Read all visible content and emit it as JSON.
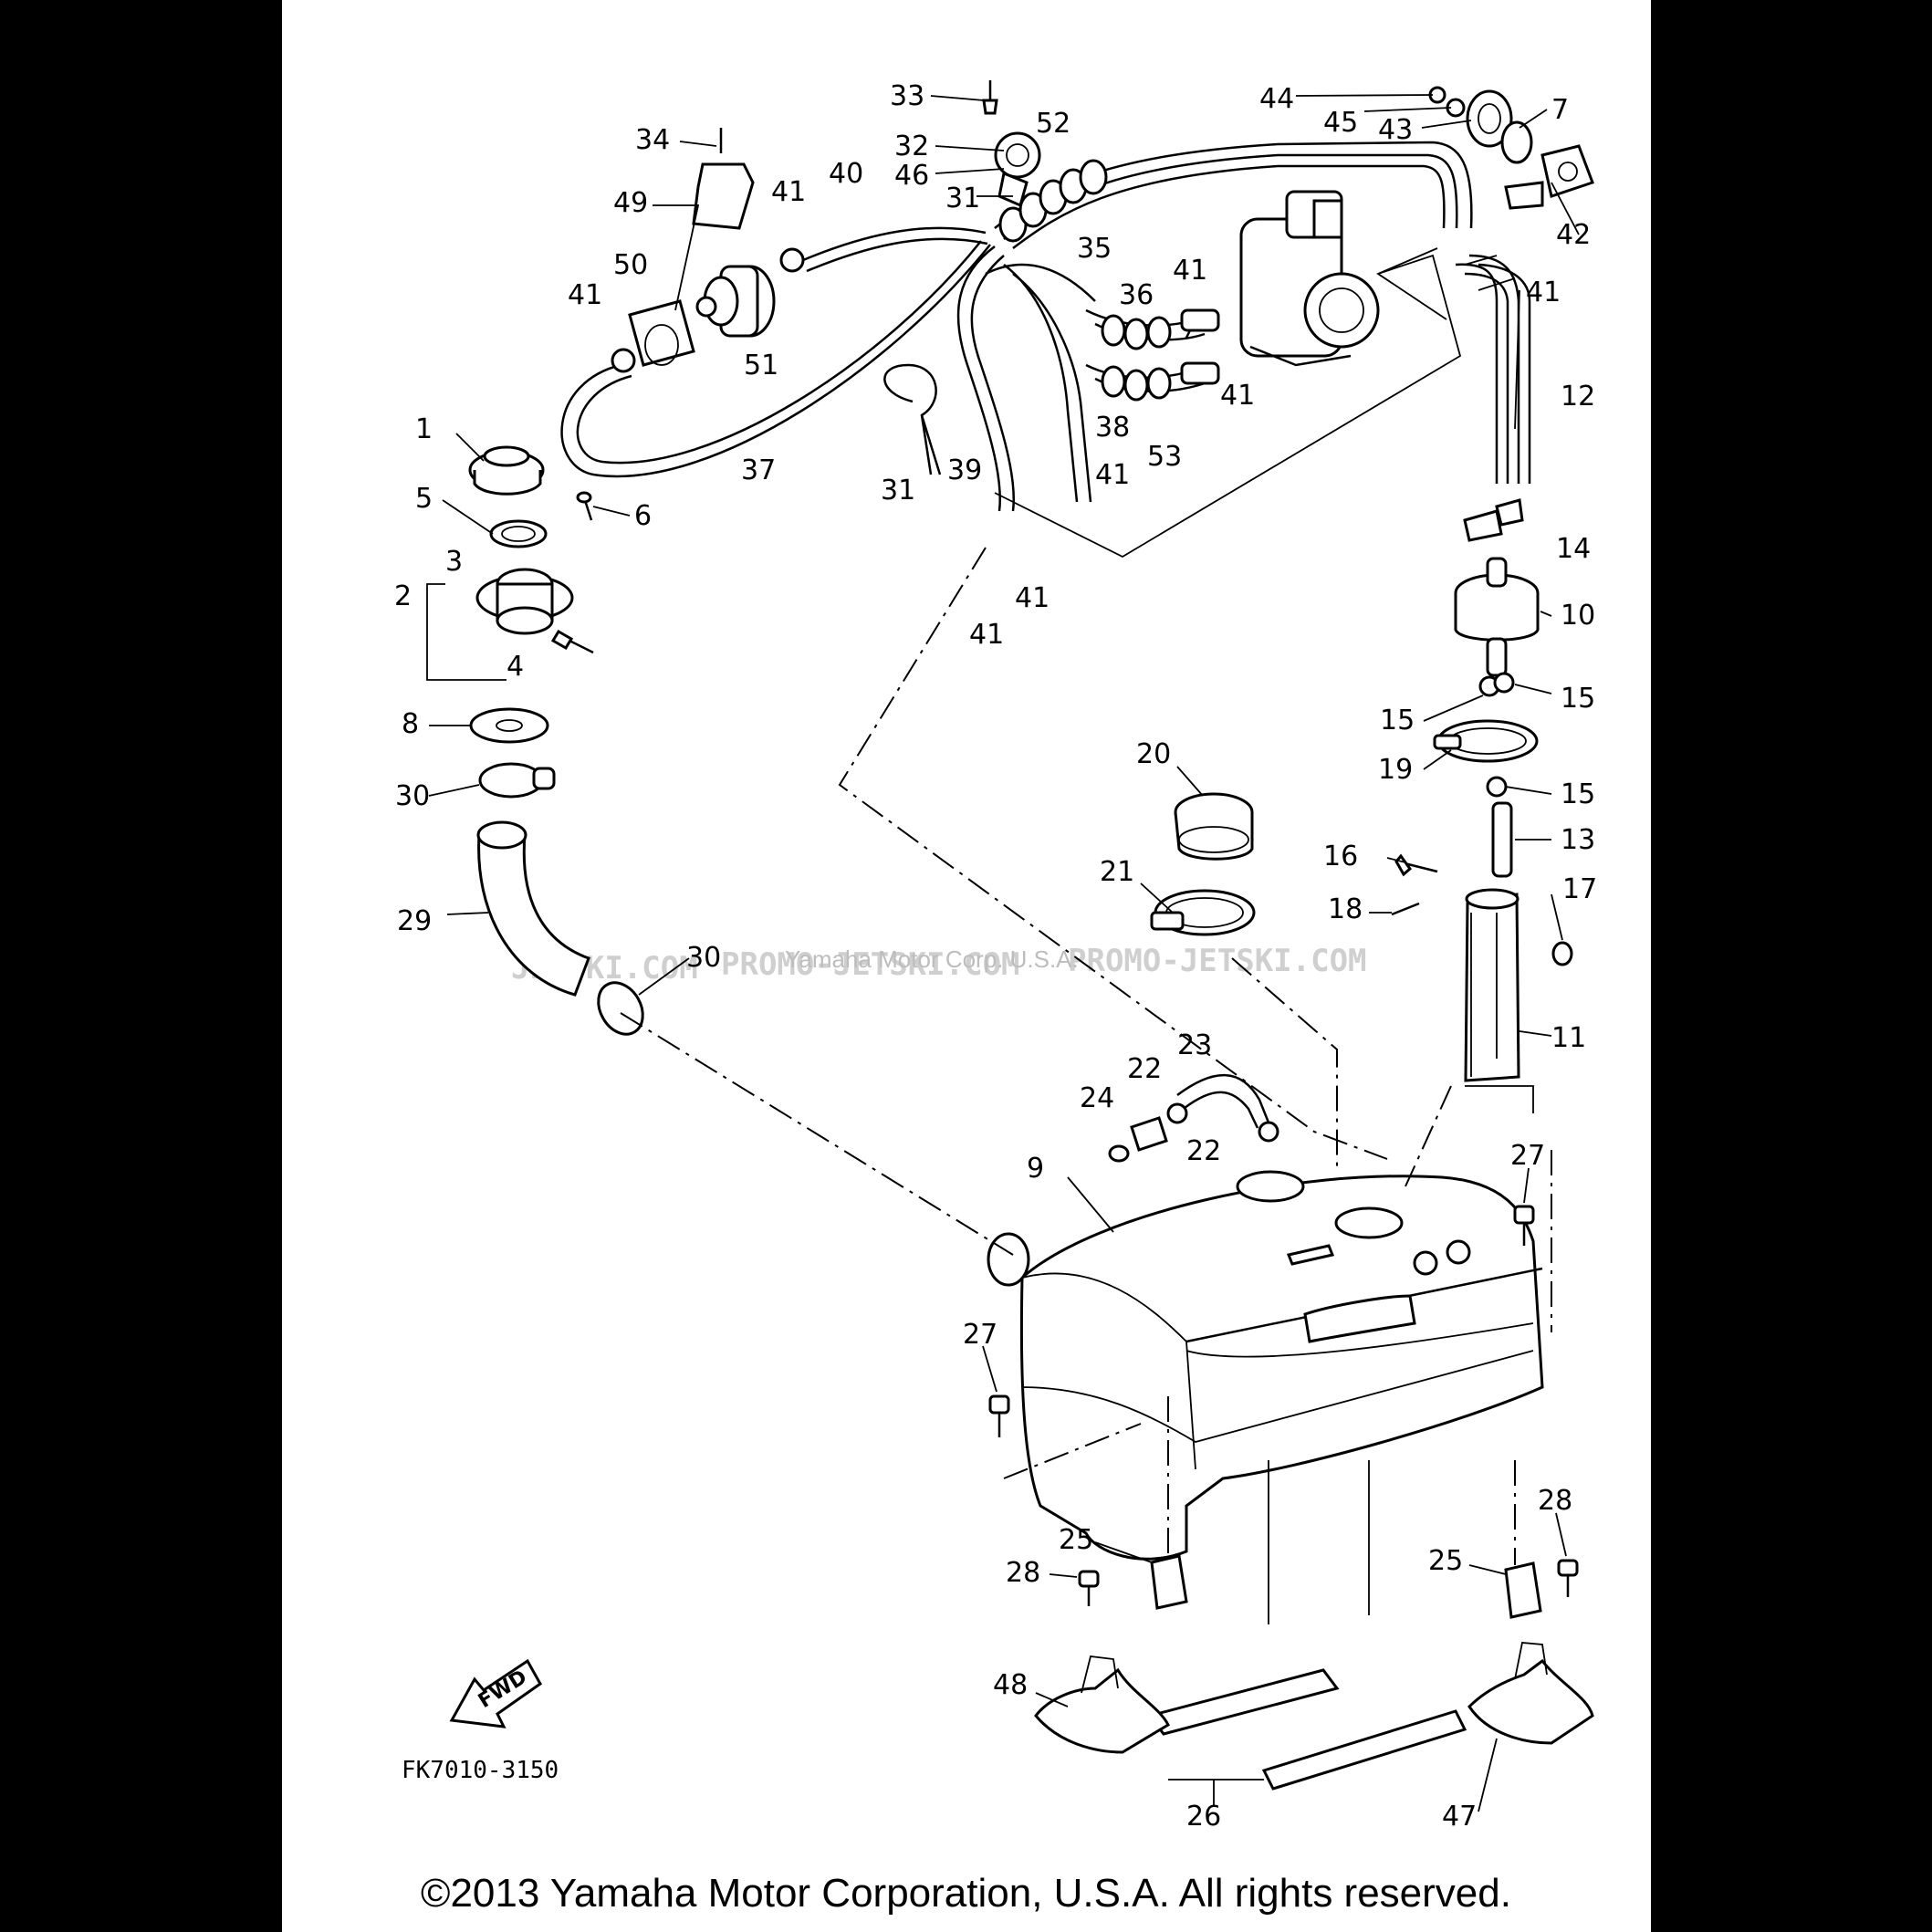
{
  "diagram": {
    "drawing_code": "FK7010-3150",
    "fwd_label": "FWD",
    "watermarks": {
      "jetski_left": "JETSKI.COM",
      "promo_1": "PROMO-JETSKI.COM",
      "promo_2": "PROMO-JETSKI.COM",
      "yamaha": "Yamaha Motor Corp. U.S.A."
    },
    "callouts": [
      "1",
      "2",
      "3",
      "4",
      "5",
      "6",
      "7",
      "8",
      "9",
      "10",
      "11",
      "12",
      "13",
      "14",
      "15",
      "15",
      "15",
      "16",
      "17",
      "18",
      "19",
      "20",
      "21",
      "22",
      "22",
      "23",
      "24",
      "25",
      "25",
      "26",
      "27",
      "27",
      "28",
      "28",
      "29",
      "30",
      "30",
      "31",
      "31",
      "32",
      "33",
      "34",
      "35",
      "36",
      "37",
      "38",
      "39",
      "40",
      "41",
      "41",
      "41",
      "41",
      "41",
      "41",
      "41",
      "41",
      "41",
      "42",
      "43",
      "44",
      "45",
      "46",
      "47",
      "48",
      "49",
      "50",
      "51",
      "52",
      "53"
    ]
  },
  "footer": {
    "copyright": "©2013 Yamaha Motor Corporation, U.S.A. All rights reserved."
  },
  "colors": {
    "background": "#000000",
    "sheet": "#ffffff",
    "ink": "#000000"
  }
}
